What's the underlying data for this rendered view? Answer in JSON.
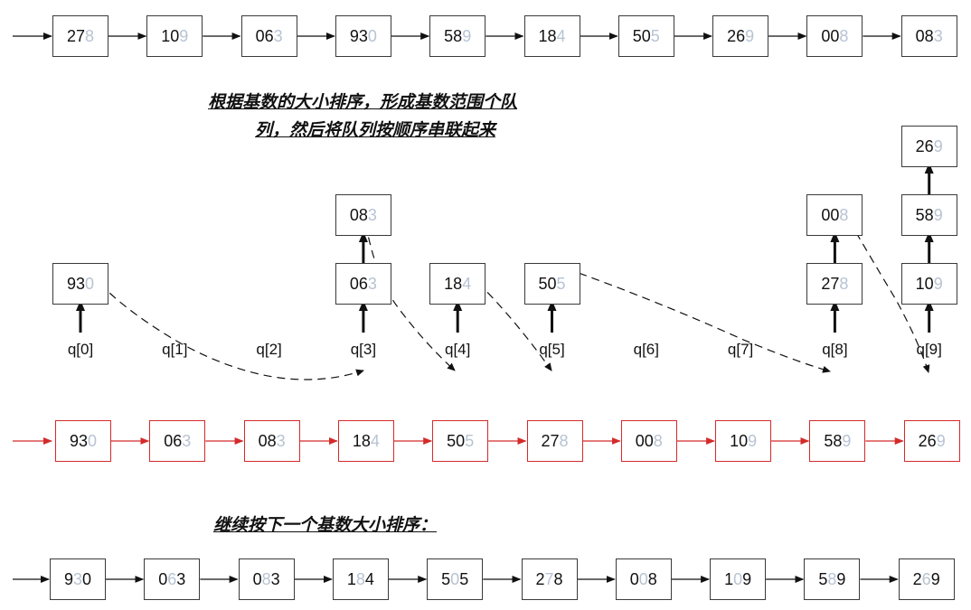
{
  "colors": {
    "black": "#111111",
    "red": "#d42a2a",
    "dim_digit": "#b7c3d3"
  },
  "captions": {
    "middle_line1": "根据基数的大小排序，形成基数范围个队",
    "middle_line2": "列，然后将队列按顺序串联起来",
    "bottom": "继续按下一个基数大小排序："
  },
  "row1": [
    {
      "lead": "27",
      "dim": "8"
    },
    {
      "lead": "10",
      "dim": "9"
    },
    {
      "lead": "06",
      "dim": "3"
    },
    {
      "lead": "93",
      "dim": "0"
    },
    {
      "lead": "58",
      "dim": "9"
    },
    {
      "lead": "18",
      "dim": "4"
    },
    {
      "lead": "50",
      "dim": "5"
    },
    {
      "lead": "26",
      "dim": "9"
    },
    {
      "lead": "00",
      "dim": "8"
    },
    {
      "lead": "08",
      "dim": "3"
    }
  ],
  "queue_labels": [
    "q[0]",
    "q[1]",
    "q[2]",
    "q[3]",
    "q[4]",
    "q[5]",
    "q[6]",
    "q[7]",
    "q[8]",
    "q[9]"
  ],
  "buckets": [
    [
      "930"
    ],
    [],
    [],
    [
      "063",
      "083"
    ],
    [
      "184"
    ],
    [
      "505"
    ],
    [],
    [],
    [
      "278",
      "008"
    ],
    [
      "109",
      "589",
      "269"
    ]
  ],
  "row3": [
    {
      "lead": "93",
      "dim": "0"
    },
    {
      "lead": "06",
      "dim": "3"
    },
    {
      "lead": "08",
      "dim": "3"
    },
    {
      "lead": "18",
      "dim": "4"
    },
    {
      "lead": "50",
      "dim": "5"
    },
    {
      "lead": "27",
      "dim": "8"
    },
    {
      "lead": "00",
      "dim": "8"
    },
    {
      "lead": "10",
      "dim": "9"
    },
    {
      "lead": "58",
      "dim": "9"
    },
    {
      "lead": "26",
      "dim": "9"
    }
  ],
  "row4": [
    {
      "a": "9",
      "b": "3",
      "c": "0"
    },
    {
      "a": "0",
      "b": "6",
      "c": "3"
    },
    {
      "a": "0",
      "b": "8",
      "c": "3"
    },
    {
      "a": "1",
      "b": "8",
      "c": "4"
    },
    {
      "a": "5",
      "b": "0",
      "c": "5"
    },
    {
      "a": "2",
      "b": "7",
      "c": "8"
    },
    {
      "a": "0",
      "b": "0",
      "c": "8"
    },
    {
      "a": "1",
      "b": "0",
      "c": "9"
    },
    {
      "a": "5",
      "b": "8",
      "c": "9"
    },
    {
      "a": "2",
      "b": "6",
      "c": "9"
    }
  ]
}
